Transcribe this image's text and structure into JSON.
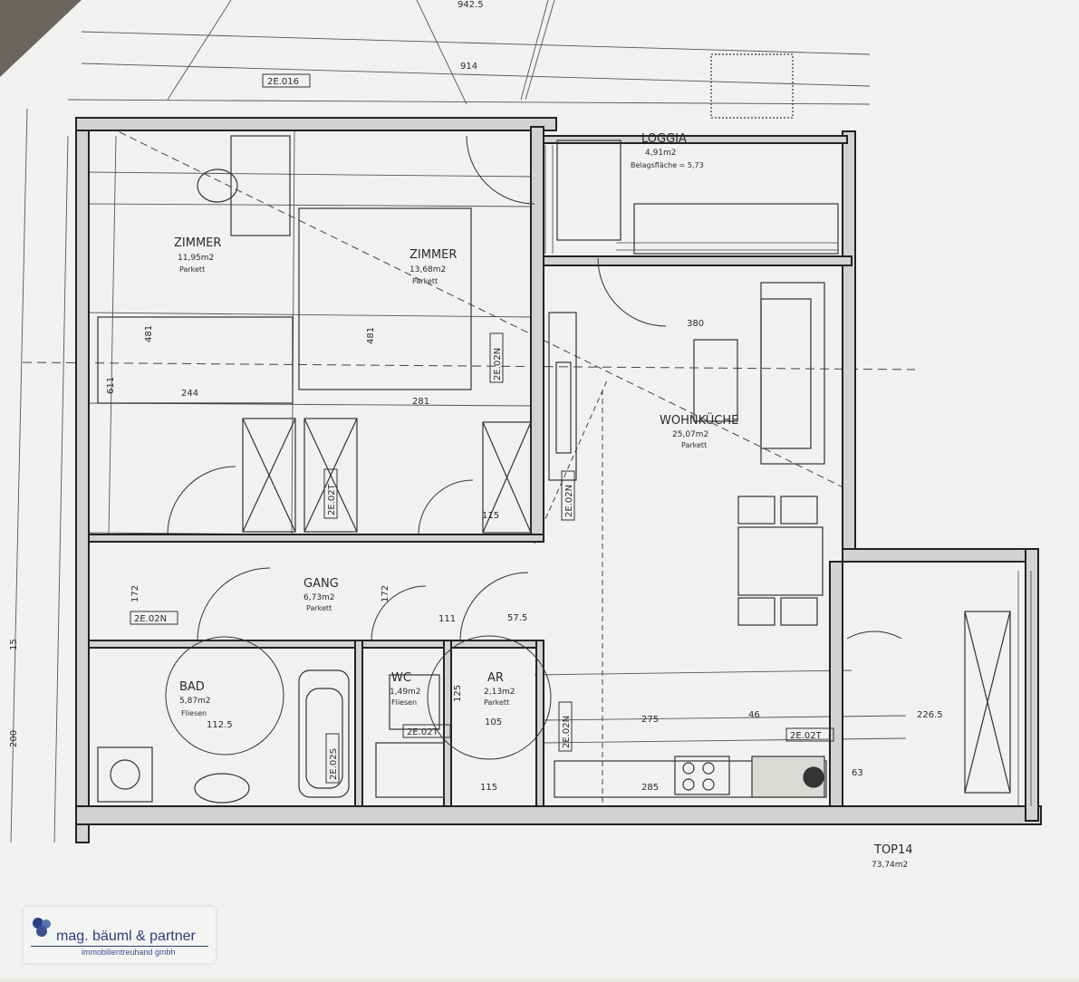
{
  "colors": {
    "paper": "#f1f1ef",
    "ink": "#2b2b2b",
    "background": "#e9e9e6",
    "brand": "#2b3f83"
  },
  "rooms": [
    {
      "name": "ZIMMER",
      "area": "11,95m2",
      "floor": "Parkett"
    },
    {
      "name": "ZIMMER",
      "area": "13,68m2",
      "floor": "Parkett"
    },
    {
      "name": "WOHNKÜCHE",
      "area": "25,07m2",
      "floor": "Parkett"
    },
    {
      "name": "LOGGIA",
      "area": "4,91m2",
      "floor": "Belagsfläche = 5,73"
    },
    {
      "name": "GANG",
      "area": "6,73m2",
      "floor": "Parkett"
    },
    {
      "name": "BAD",
      "area": "5,87m2",
      "floor": "Fliesen"
    },
    {
      "name": "WC",
      "area": "1,49m2",
      "floor": "Fliesen"
    },
    {
      "name": "AR",
      "area": "2,13m2",
      "floor": "Parkett"
    }
  ],
  "unit": {
    "label": "TOP14",
    "area": "73,74m2"
  },
  "tags": [
    "2E.016",
    "2E.02N",
    "2E.02N",
    "2E.02N",
    "2E.02N",
    "2E.02S",
    "2E.02T",
    "2E.02T",
    "2E.02T"
  ],
  "dimensions": [
    "914",
    "942.5",
    "481",
    "481",
    "611",
    "281",
    "244",
    "380",
    "172",
    "172",
    "111",
    "57.5",
    "115",
    "115",
    "112.5",
    "275",
    "285",
    "200",
    "15",
    "105",
    "125",
    "63",
    "226.5",
    "46"
  ],
  "logo": {
    "name": "mag. bäuml & partner",
    "subtitle": "immobilientreuhand gmbh"
  }
}
